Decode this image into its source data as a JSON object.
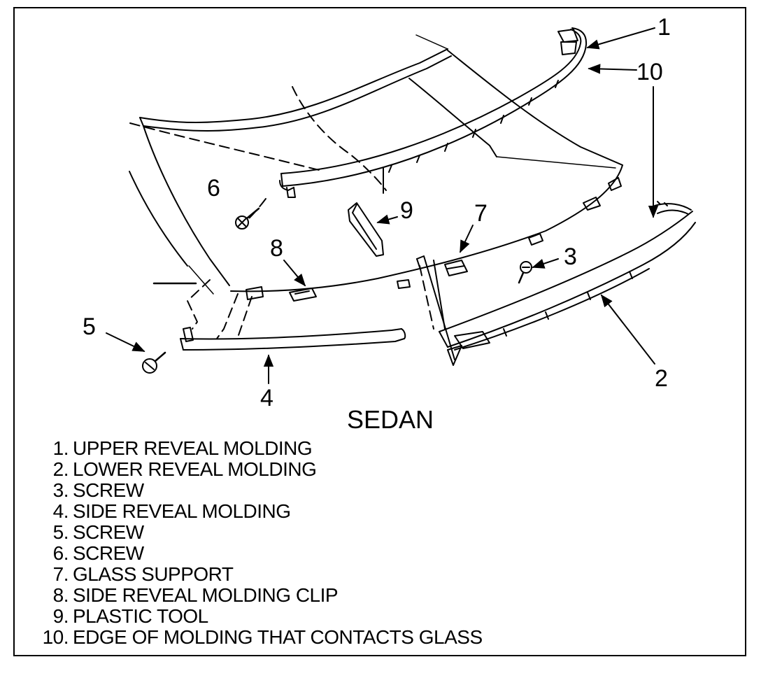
{
  "diagram": {
    "title": "SEDAN",
    "callouts": [
      "1",
      "2",
      "3",
      "4",
      "5",
      "6",
      "7",
      "8",
      "9",
      "10"
    ]
  },
  "legend": [
    {
      "num": "1.",
      "text": "UPPER REVEAL MOLDING"
    },
    {
      "num": "2.",
      "text": "LOWER REVEAL MOLDING"
    },
    {
      "num": "3.",
      "text": "SCREW"
    },
    {
      "num": "4.",
      "text": "SIDE REVEAL MOLDING"
    },
    {
      "num": "5.",
      "text": "SCREW"
    },
    {
      "num": "6.",
      "text": "SCREW"
    },
    {
      "num": "7.",
      "text": "GLASS SUPPORT"
    },
    {
      "num": "8.",
      "text": "SIDE REVEAL MOLDING CLIP"
    },
    {
      "num": "9.",
      "text": "PLASTIC TOOL"
    },
    {
      "num": "10.",
      "text": "EDGE OF MOLDING THAT CONTACTS GLASS"
    }
  ]
}
